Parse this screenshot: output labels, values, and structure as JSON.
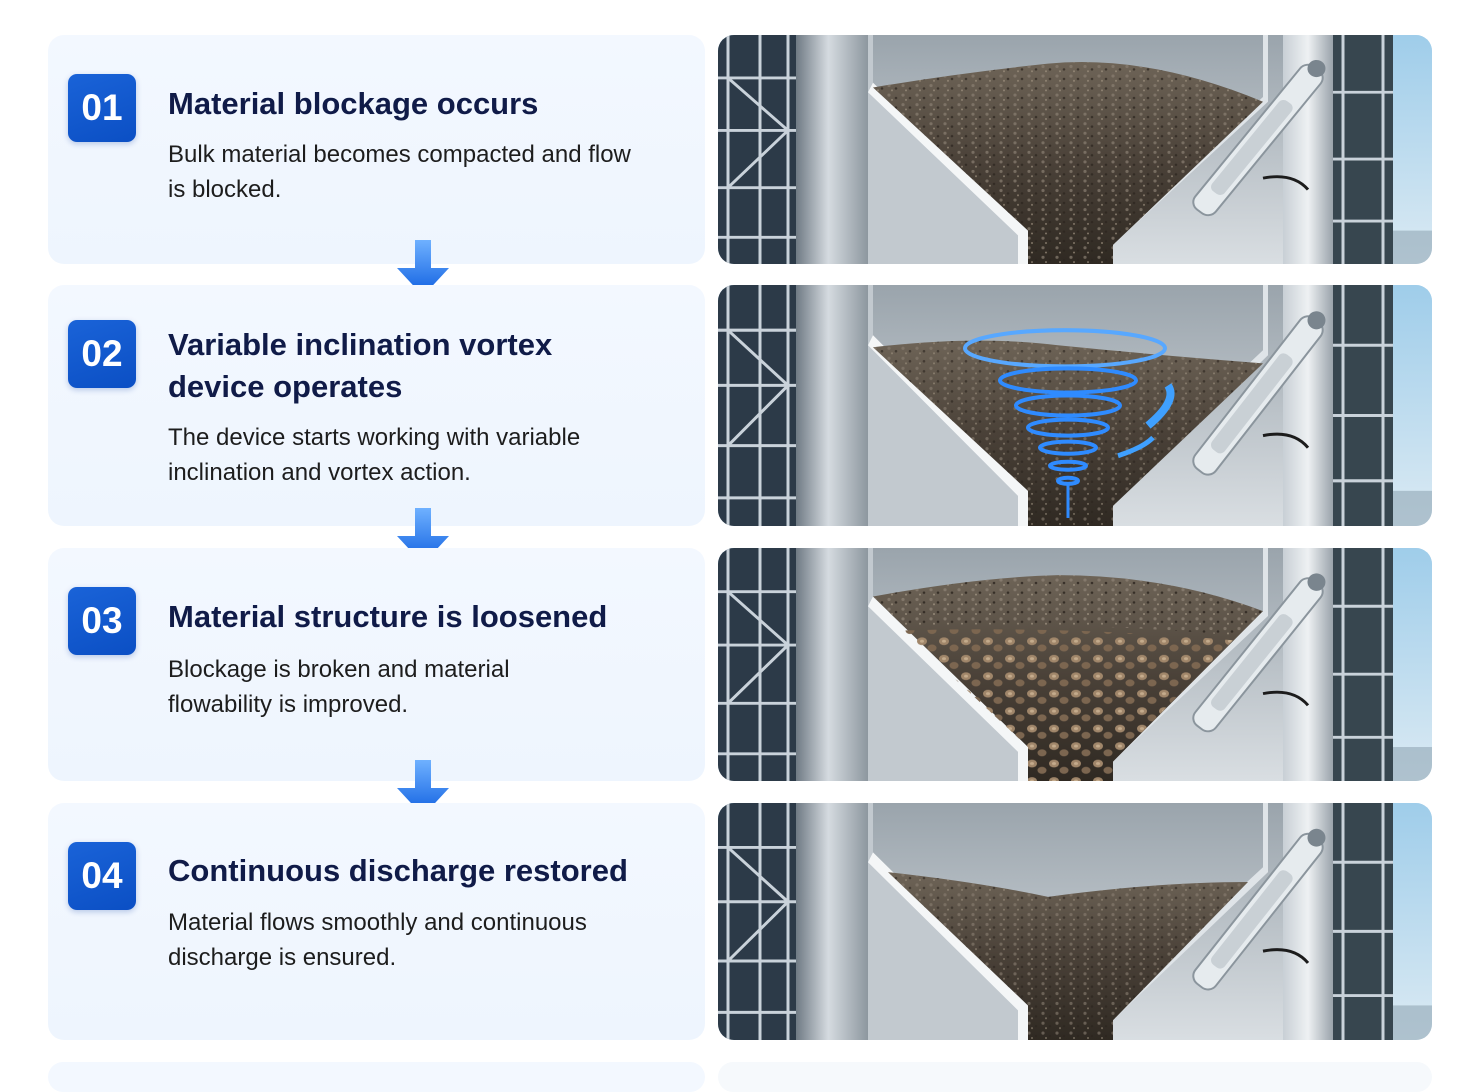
{
  "steps": [
    {
      "number": "01",
      "title": "Material blockage occurs",
      "description": "Bulk material becomes compacted and flow is blocked."
    },
    {
      "number": "02",
      "title": "Variable inclination vortex device operates",
      "description": "The device starts working with variable inclination and vortex action."
    },
    {
      "number": "03",
      "title": "Material structure is loosened",
      "description": "Blockage is broken and material flowability is improved."
    },
    {
      "number": "04",
      "title": "Continuous discharge restored",
      "description": "Material flows smoothly and continuous discharge is ensured."
    }
  ],
  "colors": {
    "accent": "#0b56cf",
    "title": "#101b48",
    "card_background": "#f1f7ff",
    "vortex": "#2f8bff"
  },
  "icons": {
    "connector": "arrow-down-icon"
  }
}
